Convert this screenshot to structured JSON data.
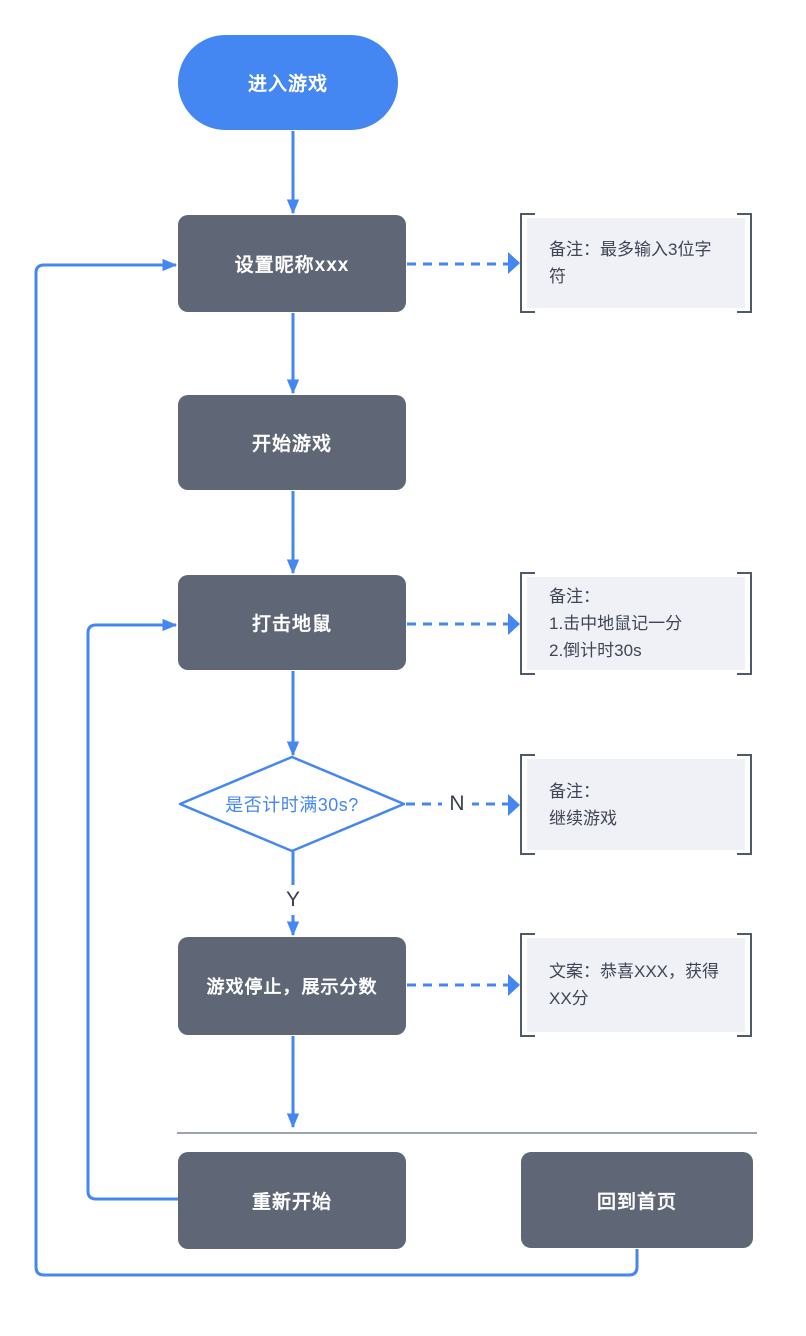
{
  "flowchart": {
    "title": "whack-a-mole game flow",
    "nodes": {
      "start": {
        "label": "进入游戏",
        "shape": "pill"
      },
      "set_nickname": {
        "label": "设置昵称xxx",
        "shape": "box"
      },
      "start_game": {
        "label": "开始游戏",
        "shape": "box"
      },
      "hit_mole": {
        "label": "打击地鼠",
        "shape": "box"
      },
      "decision": {
        "label": "是否计时满30s?",
        "shape": "diamond"
      },
      "game_stop": {
        "label": "游戏停止，展示分数",
        "shape": "box"
      },
      "restart": {
        "label": "重新开始",
        "shape": "box"
      },
      "back_home": {
        "label": "回到首页",
        "shape": "box"
      }
    },
    "branch_labels": {
      "yes": "Y",
      "no": "N"
    },
    "notes": {
      "nickname_note": {
        "text": "备注：最多输入3位字符"
      },
      "hit_note": {
        "lines": [
          "备注：",
          "1.击中地鼠记一分",
          "2.倒计时30s"
        ]
      },
      "continue_note": {
        "lines": [
          "备注：",
          "继续游戏"
        ]
      },
      "score_note": {
        "text": "文案：恭喜XXX，获得XX分"
      }
    },
    "colors": {
      "primary_blue": "#4486F2",
      "node_dark": "#5F6777",
      "note_bg": "#F0F1F6",
      "note_bracket": "#4E5969",
      "note_text": "#3E4554",
      "divider_gray": "#9CA3AD",
      "branch_label_text": "#3A4150"
    }
  }
}
